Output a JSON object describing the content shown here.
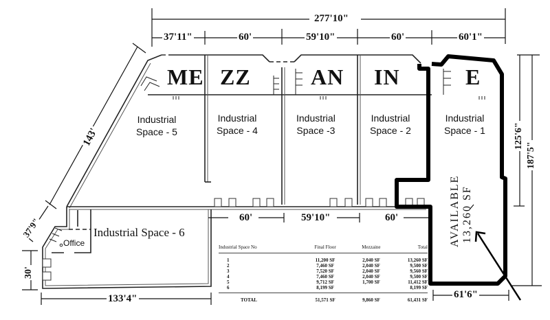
{
  "plan": {
    "overall_top_dimension": "277'10\"",
    "top_segments": [
      "37'11\"",
      "60'",
      "59'10\"",
      "60'",
      "60'1\""
    ],
    "mezzanine_letters": [
      "ME",
      "ZZ",
      "AN",
      "IN",
      "E"
    ],
    "spaces": [
      {
        "id": 1,
        "line1": "Industrial",
        "line2": "Space - 1"
      },
      {
        "id": 2,
        "line1": "Industrial",
        "line2": "Space - 2"
      },
      {
        "id": 3,
        "line1": "Industrial",
        "line2": "Space -3"
      },
      {
        "id": 4,
        "line1": "Industrial",
        "line2": "Space - 4"
      },
      {
        "id": 5,
        "line1": "Industrial",
        "line2": "Space - 5"
      },
      {
        "id": 6,
        "label": "Industrial Space - 6"
      }
    ],
    "office_label": "Office",
    "left_diagonal_dimension": "143'",
    "left_short_diagonal_dimension": "37'9\"",
    "left_vertical_dimension": "30'",
    "bottom_left_dimension": "133'4\"",
    "mid_segments": [
      "60'",
      "59'10\"",
      "60'"
    ],
    "right_dimensions": {
      "inner": "125'6\"",
      "outer": "187'5\""
    },
    "space1_bottom_dimension": "61'6\"",
    "available": {
      "line1": "AVAILABLE",
      "line2": "13,260 SF"
    },
    "bold_outline_color": "#000000"
  },
  "sf_table": {
    "headers": [
      "Industrial Space No",
      "Final Floor",
      "Mezzaine",
      "Total"
    ],
    "rows": [
      {
        "no": "1",
        "floor": "11,200 SF",
        "mezz": "2,040 SF",
        "total": "13,260 SF"
      },
      {
        "no": "2",
        "floor": "7,460 SF",
        "mezz": "2,040 SF",
        "total": "9,500 SF"
      },
      {
        "no": "3",
        "floor": "7,520 SF",
        "mezz": "2,040 SF",
        "total": "9,560 SF"
      },
      {
        "no": "4",
        "floor": "7,460 SF",
        "mezz": "2,040 SF",
        "total": "9,500 SF"
      },
      {
        "no": "5",
        "floor": "9,712 SF",
        "mezz": "1,700 SF",
        "total": "11,412 SF"
      },
      {
        "no": "6",
        "floor": "8,199 SF",
        "mezz": "",
        "total": "8,199 SF"
      }
    ],
    "total": {
      "label": "TOTAL",
      "floor": "51,571 SF",
      "mezz": "9,860 SF",
      "total": "61,431 SF"
    }
  }
}
